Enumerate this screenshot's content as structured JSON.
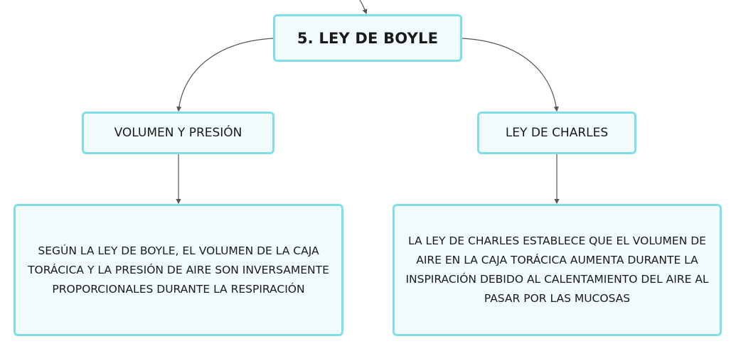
{
  "map": {
    "root": {
      "title": "5. LEY DE BOYLE"
    },
    "branches": [
      {
        "title": "VOLUMEN Y PRESIÓN",
        "detail": "SEGÚN LA LEY DE BOYLE, EL VOLUMEN DE LA CAJA TORÁCICA Y LA PRESIÓN DE AIRE SON INVERSAMENTE PROPORCIONALES DURANTE LA RESPIRACIÓN"
      },
      {
        "title": "LEY DE CHARLES",
        "detail": "LA LEY DE CHARLES ESTABLECE QUE EL VOLUMEN DE AIRE EN LA CAJA TORÁCICA AUMENTA DURANTE LA INSPIRACIÓN DEBIDO AL CALENTAMIENTO DEL AIRE AL PASAR POR LAS MUCOSAS"
      }
    ]
  },
  "colors": {
    "node_border": "#7fdfe6",
    "node_fill": "#f1fbfc",
    "connector": "#555555"
  }
}
